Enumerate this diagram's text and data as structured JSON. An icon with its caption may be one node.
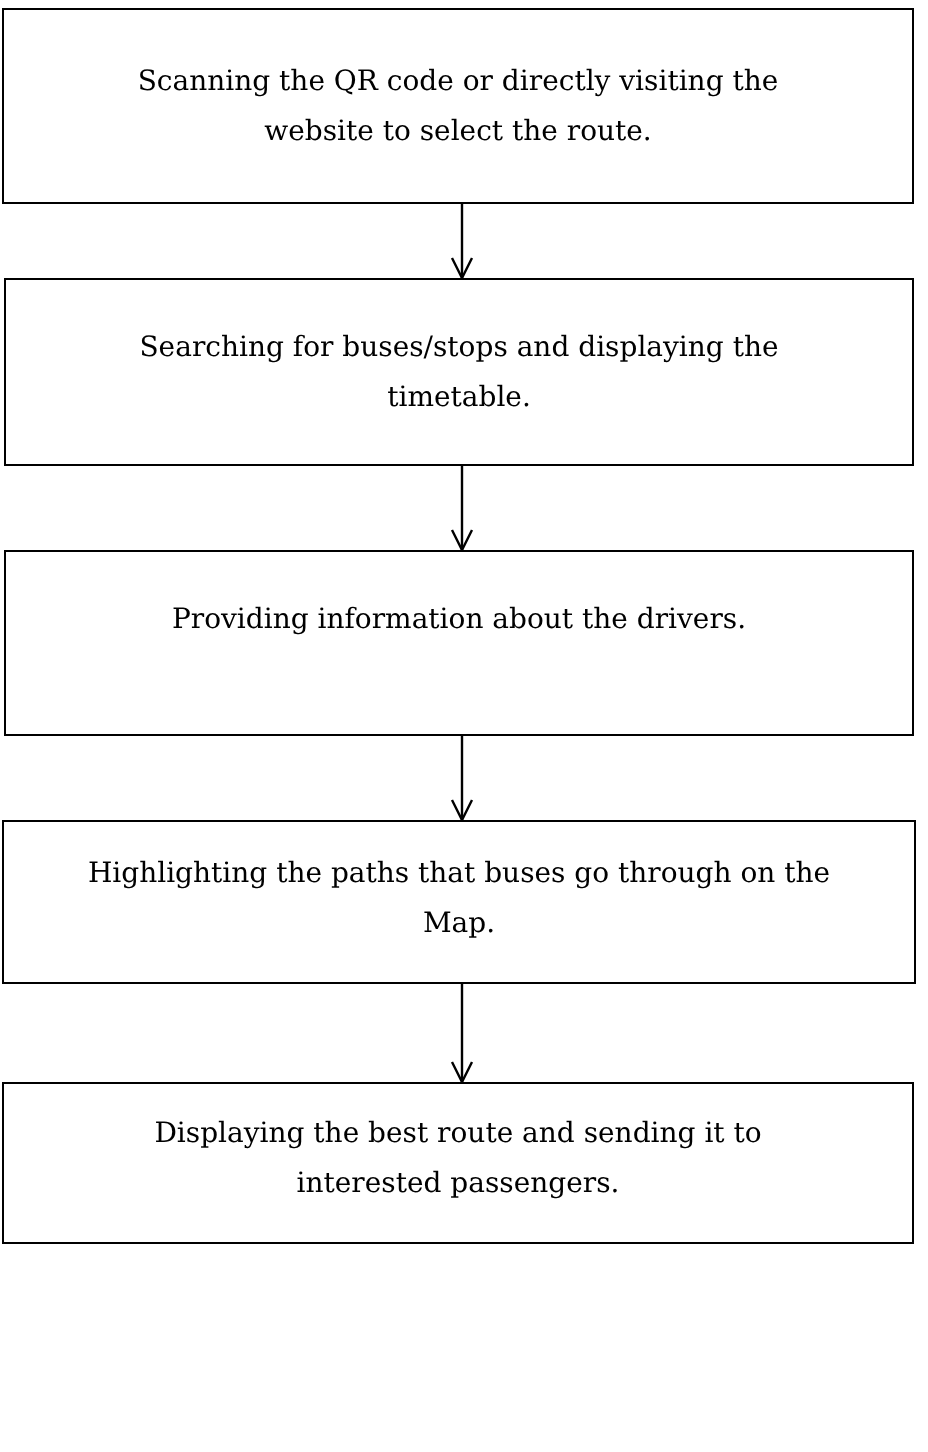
{
  "diagram": {
    "nodes": [
      {
        "text": [
          "Scanning the QR code or directly visiting the website to select the route."
        ]
      },
      {
        "text": [
          "Searching for buses/stops and displaying the timetable."
        ]
      },
      {
        "text": [
          "Providing information about the drivers."
        ]
      },
      {
        "text": [
          "Highlighting the paths that buses go through on the Map."
        ]
      },
      {
        "text": [
          "Displaying the best route and sending it to interested passengers."
        ]
      }
    ],
    "edges": [
      {
        "from": 0,
        "to": 1,
        "arrow": "to"
      },
      {
        "from": 1,
        "to": 2,
        "arrow": "to"
      },
      {
        "from": 2,
        "to": 3,
        "arrow": "to"
      },
      {
        "from": 3,
        "to": 4,
        "arrow": "to"
      }
    ]
  }
}
